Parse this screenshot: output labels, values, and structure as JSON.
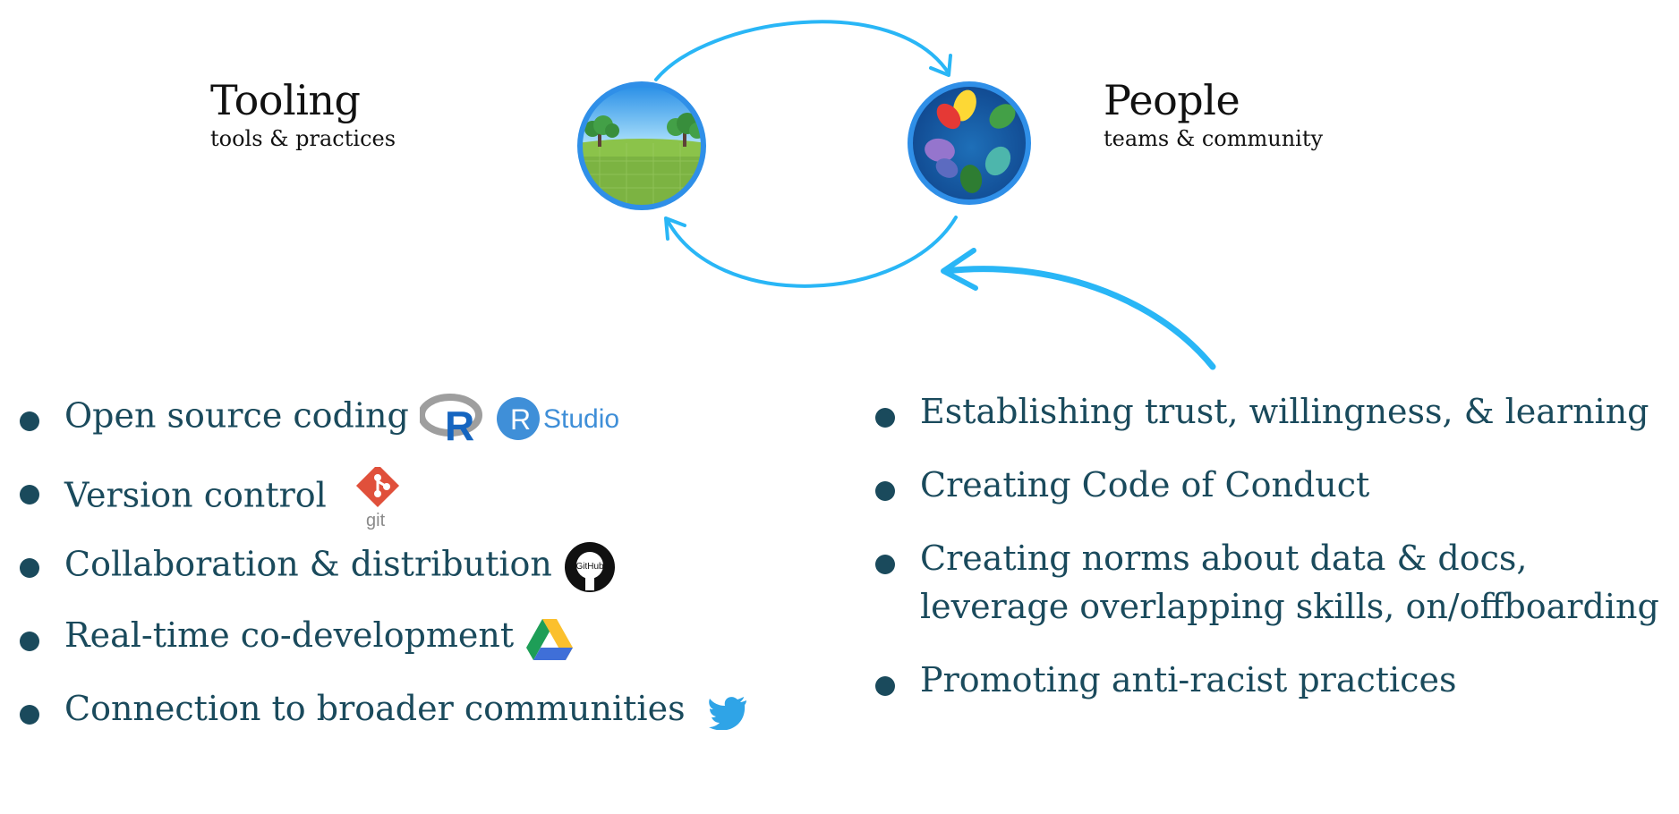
{
  "tooling": {
    "title": "Tooling",
    "subtitle": "tools & practices",
    "icon": "landscape-icon",
    "items": [
      {
        "label": "Open source coding",
        "icons": [
          "r-logo-icon",
          "rstudio-logo-icon"
        ],
        "logo_text": "Studio"
      },
      {
        "label": "Version control",
        "icons": [
          "git-logo-icon"
        ],
        "logo_text": "git"
      },
      {
        "label": "Collaboration & distribution",
        "icons": [
          "github-logo-icon"
        ],
        "logo_text": "GitHub"
      },
      {
        "label": "Real-time co-development",
        "icons": [
          "google-drive-icon"
        ]
      },
      {
        "label": "Connection to broader communities",
        "icons": [
          "twitter-bird-icon"
        ]
      }
    ]
  },
  "people": {
    "title": "People",
    "subtitle": "teams & community",
    "icon": "hands-icon",
    "items": [
      {
        "label": "Establishing trust, willingness, & learning"
      },
      {
        "label": "Creating Code of Conduct"
      },
      {
        "label_line1": "Creating norms about data & docs,",
        "label_line2": "leverage overlapping skills, on/offboarding"
      },
      {
        "label": "Promoting anti-racist practices"
      }
    ]
  },
  "colors": {
    "bullet_text": "#1a4a5c",
    "arrow": "#29b6f6",
    "heading": "#111111"
  }
}
